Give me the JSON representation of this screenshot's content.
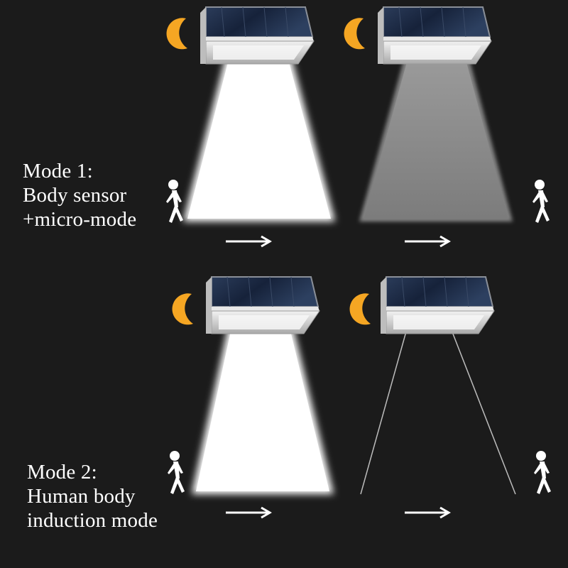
{
  "modes": [
    {
      "lines": [
        "Mode 1:",
        "Body sensor",
        "+micro-mode"
      ],
      "panels": [
        {
          "light_state": "bright"
        },
        {
          "light_state": "dim"
        }
      ]
    },
    {
      "lines": [
        "Mode 2:",
        "Human body",
        "induction mode"
      ],
      "panels": [
        {
          "light_state": "bright"
        },
        {
          "light_state": "off"
        }
      ]
    }
  ],
  "colors": {
    "background": "#1b1b1b",
    "moon": "#f5a623",
    "beam_bright": "#ffffff",
    "beam_dim": "#8a8a8a",
    "beam_outline": "#bdbdbd",
    "solar_panel": "#1d2a40",
    "lamp_body": "#dcdcdc",
    "person": "#ffffff",
    "arrow": "#ffffff"
  },
  "icons": [
    "moon-icon",
    "solar-lamp-icon",
    "walking-person-icon",
    "arrow-right-icon"
  ]
}
